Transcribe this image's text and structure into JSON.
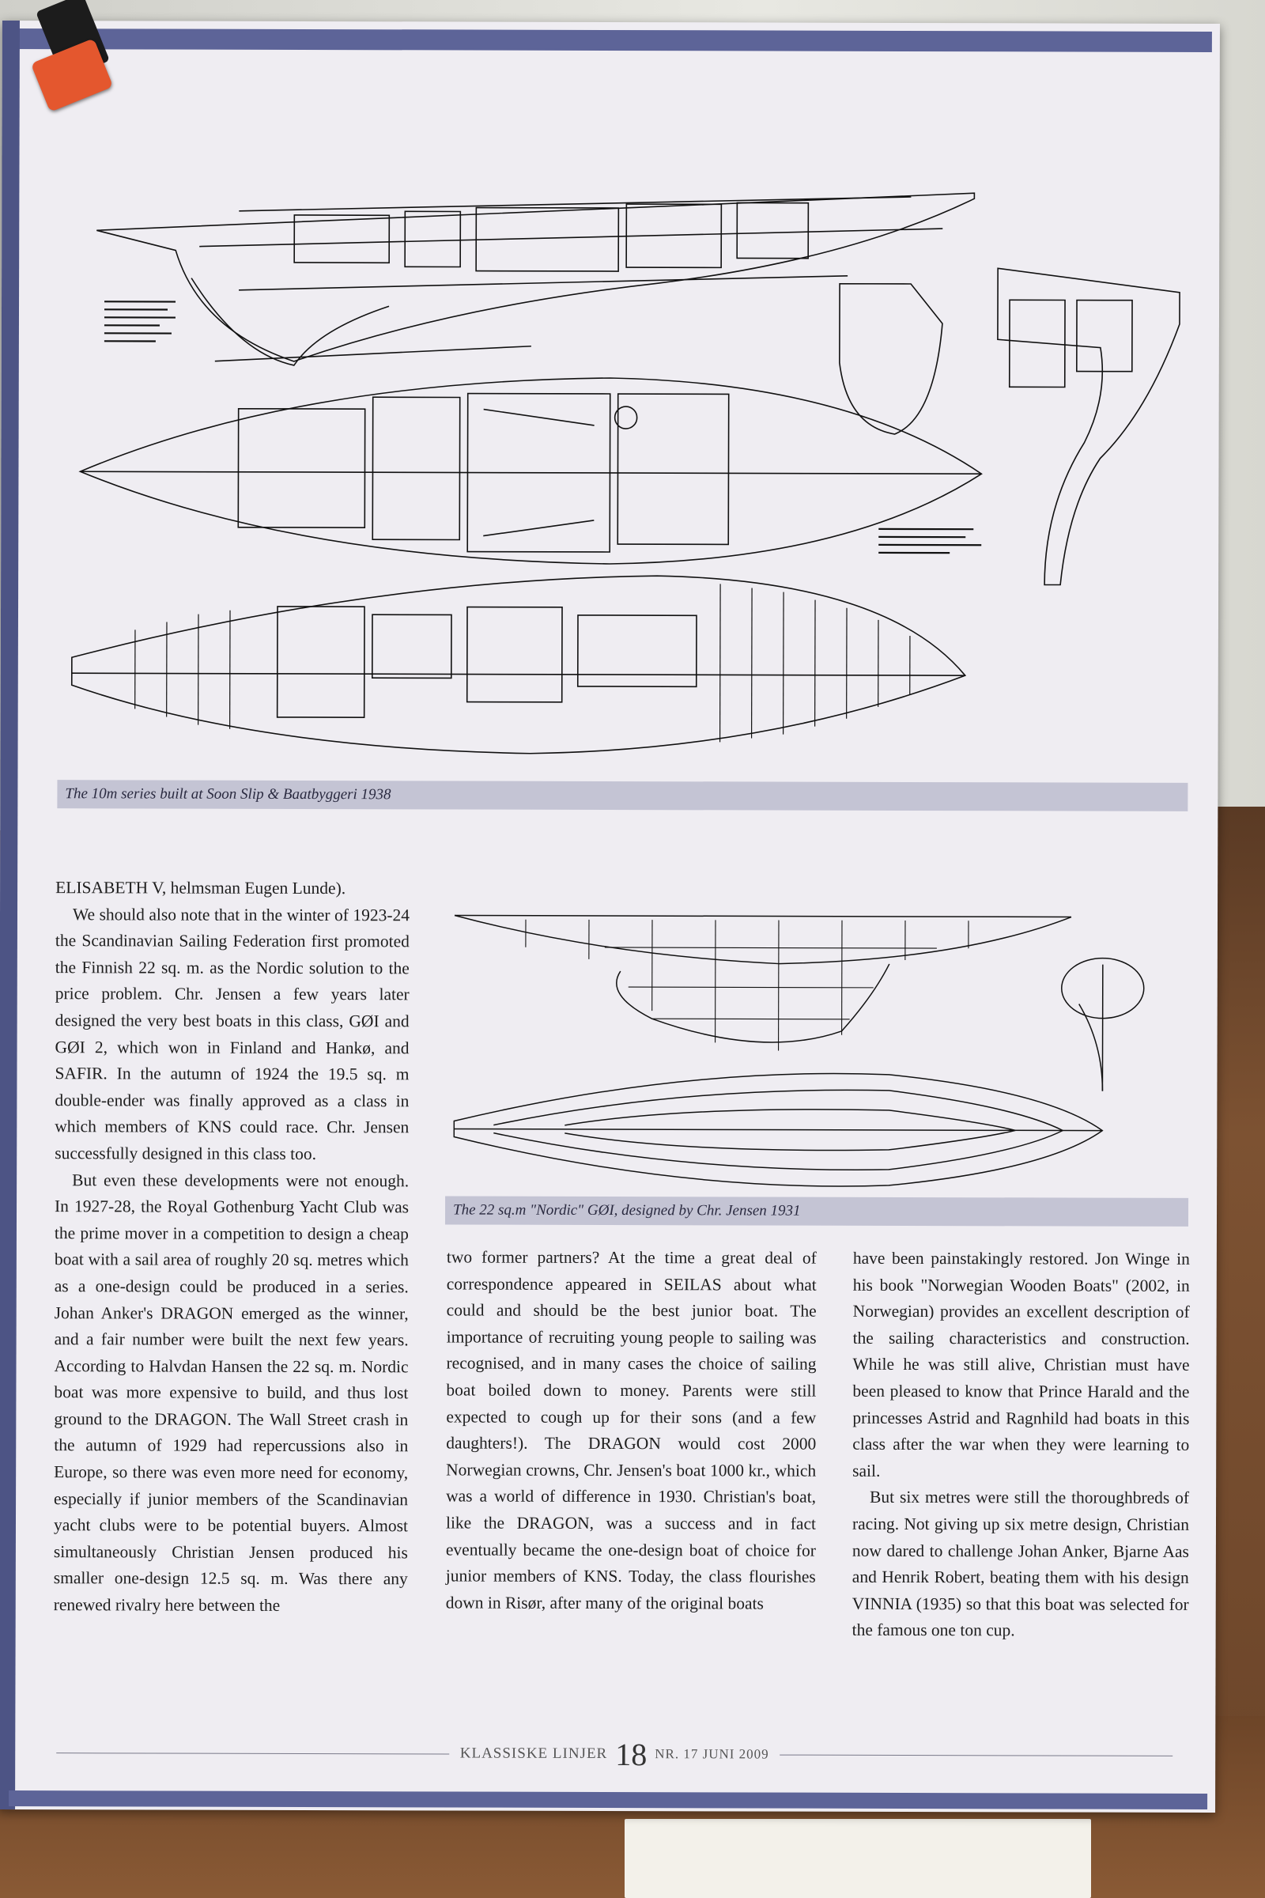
{
  "captions": {
    "top": "The 10m series built at Soon Slip & Baatbyggeri 1938",
    "middle": "The 22 sq.m \"Nordic\" GØI, designed by Chr. Jensen 1931"
  },
  "columns": {
    "left": [
      "ELISABETH V, helmsman Eugen Lunde).",
      "We should also note that in the winter of 1923-24 the Scandinavian Sailing Federation first promoted the Finnish 22 sq. m. as the Nordic solution to the price problem. Chr. Jensen a few years later designed the very best boats in this class, GØI and GØI 2, which won in Finland and Hankø, and SAFIR. In the autumn of 1924 the 19.5 sq. m double-ender was finally approved as a class in which members of KNS could race. Chr. Jensen successfully designed in this class too.",
      "But even these developments were not enough. In 1927-28, the Royal Gothenburg Yacht Club was the prime mover in a competition to design a cheap boat with a sail area of roughly 20 sq. metres which as a one-design could be produced in a series. Johan Anker's DRAGON emerged as the winner, and a fair number were built the next few years. According to Halvdan Hansen the 22 sq. m. Nordic boat was more expensive to build, and thus lost ground to the DRAGON. The Wall Street crash in the autumn of 1929 had repercussions also in Europe, so there was even more need for economy, especially if junior members of the Scandinavian yacht clubs were to be potential buyers. Almost simultaneously Christian Jensen produced his smaller one-design 12.5 sq. m. Was there any renewed rivalry here between the"
    ],
    "middle": [
      "two former partners? At the time a great deal of correspondence appeared in SEILAS about what could and should be the best junior boat. The importance of recruiting young people to sailing was recognised, and in many cases the choice of sailing boat boiled down to money. Parents were still expected to cough up for their sons (and a few daughters!). The DRAGON would cost 2000 Norwegian crowns, Chr. Jensen's boat 1000 kr., which was a world of difference in 1930. Christian's boat, like the DRAGON, was a success and in fact eventually became the one-design boat of choice for junior members of KNS. Today, the class flourishes down in Risør, after many of the original boats"
    ],
    "right": [
      "have been painstakingly restored. Jon Winge in his book \"Norwegian Wooden Boats\" (2002, in Norwegian) provides an excellent description of the sailing characteristics and construction. While he was still alive, Christian must have been pleased to know that Prince Harald and the princesses Astrid and Ragnhild had boats in this class after the war when they were learning to sail.",
      "But six metres were still the thoroughbreds of racing. Not giving up six metre design, Christian now dared to challenge Johan Anker, Bjarne Aas and Henrik Robert, beating them with his design VINNIA (1935) so that this boat was selected for the famous one ton cup."
    ]
  },
  "footer": {
    "magazine": "KLASSISKE LINJER",
    "page_number": "18",
    "issue": "NR. 17 JUNI 2009"
  }
}
